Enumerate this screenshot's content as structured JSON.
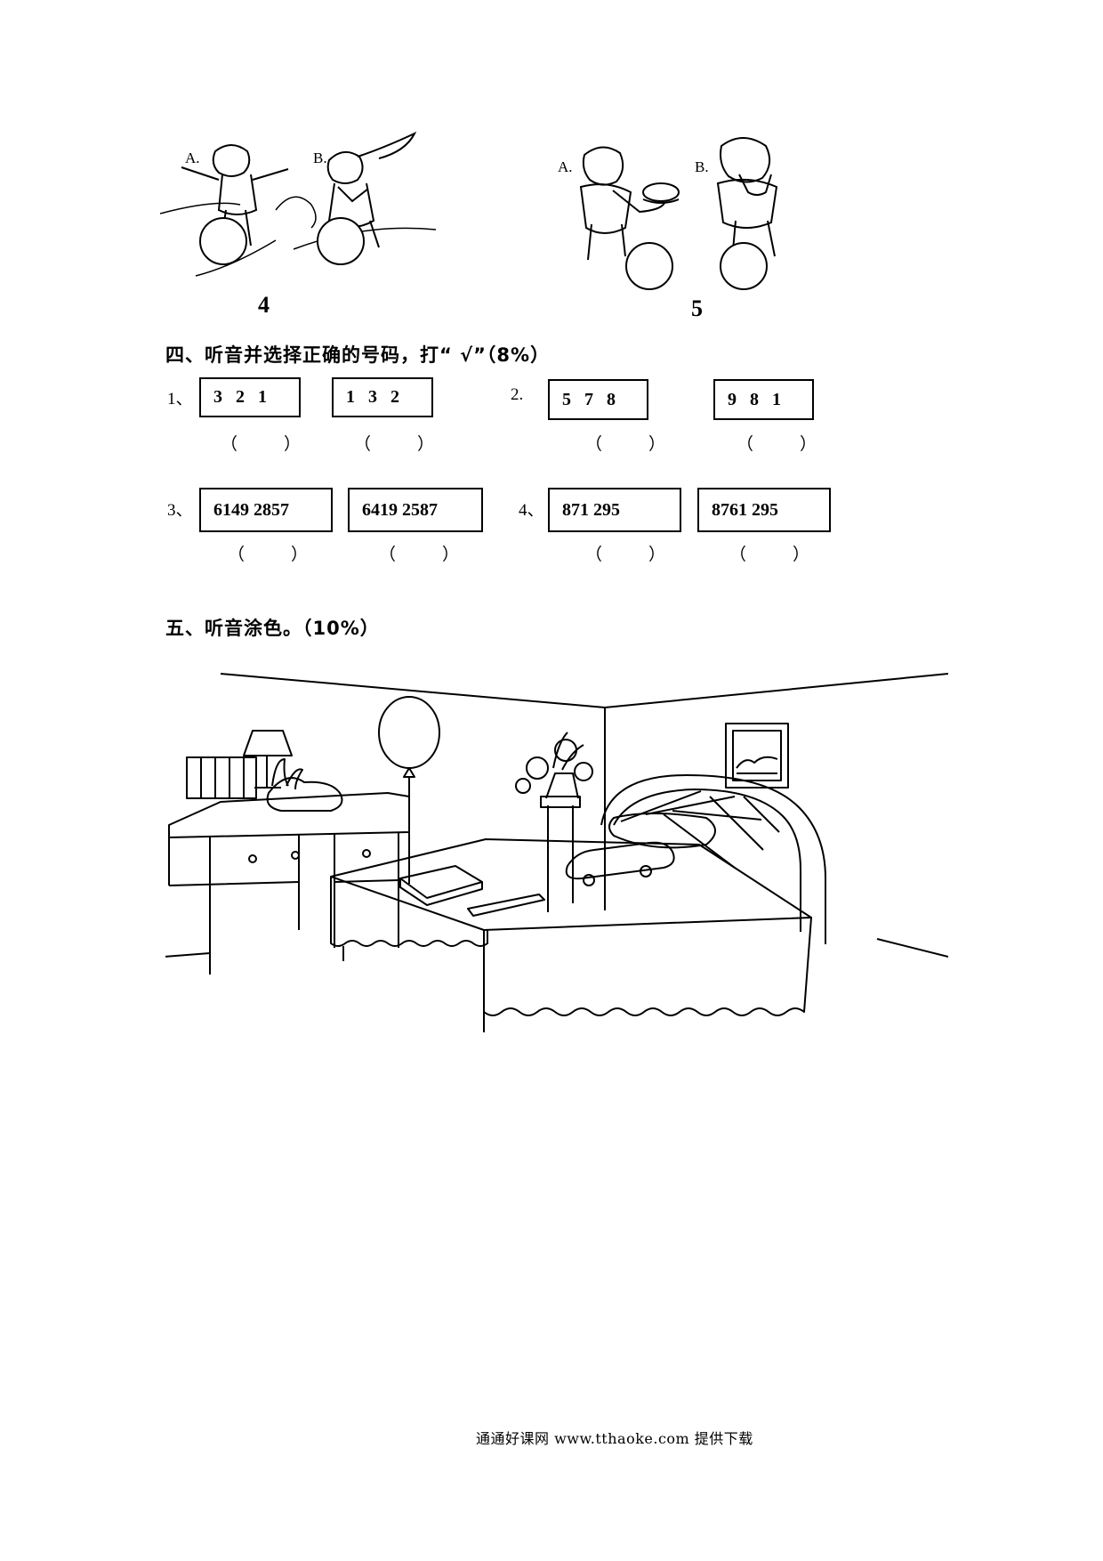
{
  "listen_choose_pictures": {
    "q4": {
      "number": "4",
      "options": [
        {
          "label": "A."
        },
        {
          "label": "B."
        }
      ]
    },
    "q5": {
      "number": "5",
      "options": [
        {
          "label": "A."
        },
        {
          "label": "B."
        }
      ]
    }
  },
  "section4": {
    "heading": "四、听音并选择正确的号码，打“ √”（8%）",
    "items": [
      {
        "num": "1、",
        "options": [
          "3   2   1",
          "1   3   2"
        ]
      },
      {
        "num": "2.",
        "options": [
          "5   7   8",
          "9   8   1"
        ]
      },
      {
        "num": "3、",
        "options": [
          "6149 2857",
          "6419 2587"
        ]
      },
      {
        "num": "4、",
        "options": [
          "871 295",
          "8761 295"
        ]
      }
    ],
    "paren_open": "（",
    "paren_close": "）"
  },
  "section5": {
    "heading": "五、听音涂色。（10%）"
  },
  "footer": {
    "text": "通通好课网  www.tthaoke.com  提供下载"
  }
}
